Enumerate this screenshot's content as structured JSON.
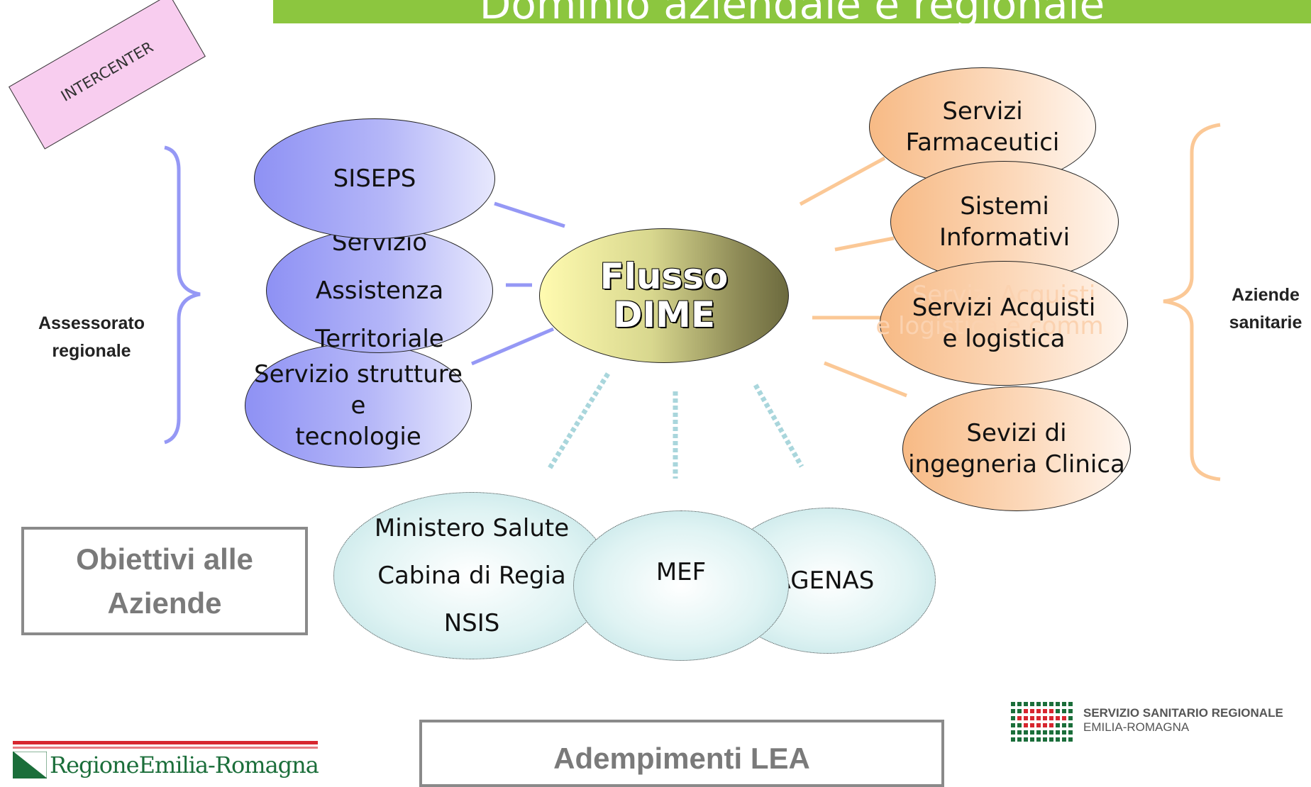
{
  "header": {
    "title": "Dominio aziendale e regionale"
  },
  "tag": {
    "label": "INTERCENTER"
  },
  "left_group": {
    "label_line1": "Assessorato",
    "label_line2": "regionale",
    "nodes": [
      {
        "line1": "SISEPS",
        "line2": ""
      },
      {
        "line1": "Servizio Assistenza",
        "line2": "Territoriale"
      },
      {
        "line1": "Servizio strutture e",
        "line2": "tecnologie"
      }
    ]
  },
  "center": {
    "line1": "Flusso",
    "line2": "DIME"
  },
  "right_group": {
    "label_line1": "Aziende",
    "label_line2": "sanitarie",
    "ghost_text": {
      "line1": "Servizi Acquisti",
      "line2": "e logistica e comm"
    },
    "nodes": [
      {
        "line1": "Servizi",
        "line2": "Farmaceutici"
      },
      {
        "line1": "Sistemi",
        "line2": "Informativi"
      },
      {
        "line1": "Servizi Acquisti",
        "line2": "e logistica"
      },
      {
        "line1": "Sevizi di",
        "line2": "ingegneria Clinica"
      }
    ]
  },
  "bottom_group": {
    "ministero": {
      "line1": "Ministero Salute",
      "line2": "Cabina di Regia",
      "line3": "NSIS"
    },
    "mef": "MEF",
    "agenas": "AGENAS"
  },
  "boxes": {
    "obiettivi": {
      "line1": "Obiettivi alle",
      "line2": "Aziende"
    },
    "lea": "Adempimenti LEA"
  },
  "logos": {
    "regione": "RegioneEmilia-Romagna",
    "ssr_line1": "SERVIZIO SANITARIO REGIONALE",
    "ssr_line2": "EMILIA-ROMAGNA"
  },
  "colors": {
    "banner": "#8cc63f",
    "blue_connector": "#9598f5",
    "orange_connector": "#fbc896",
    "teal_connector": "#a9d6dc",
    "box_border": "#8a8a8a",
    "logo_red": "#d7262f",
    "logo_green": "#1b6e3a"
  }
}
